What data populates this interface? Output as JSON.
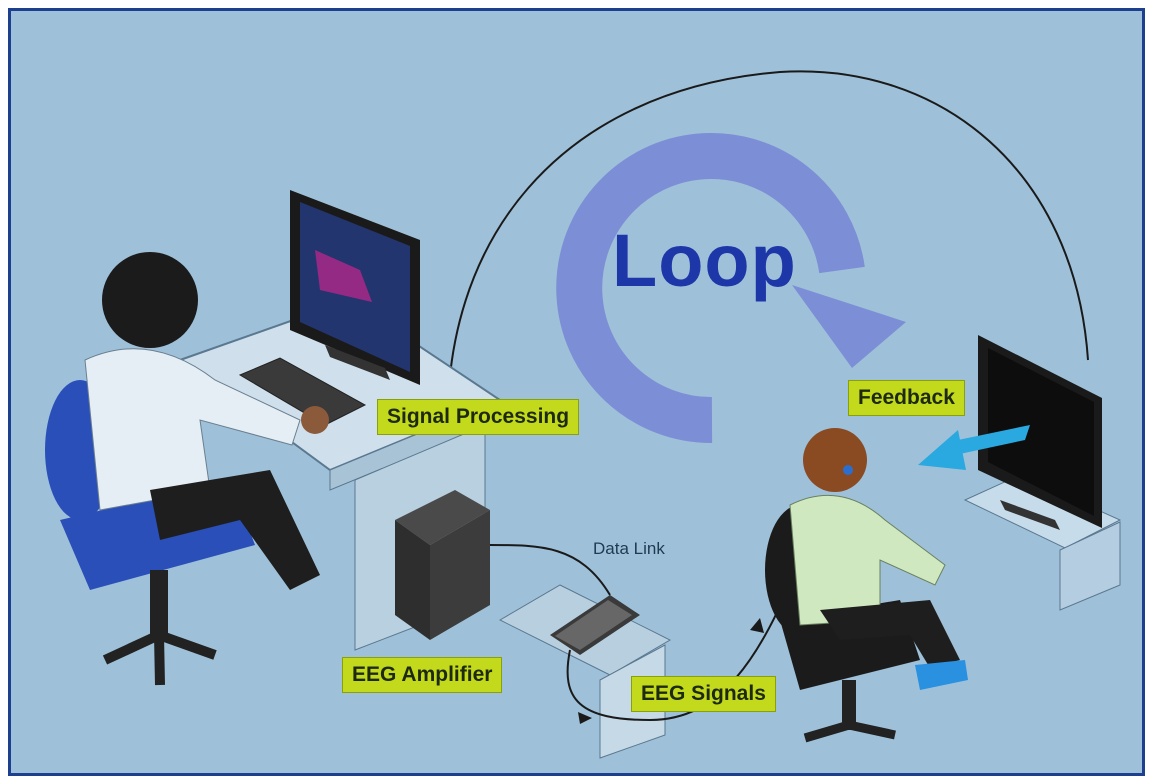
{
  "diagram": {
    "loop_label": "Loop",
    "labels": {
      "signal_processing": "Signal Processing",
      "feedback": "Feedback",
      "data_link": "Data Link",
      "eeg_amplifier": "EEG Amplifier",
      "eeg_signals": "EEG Signals"
    },
    "colors": {
      "background": "#9ec1d9",
      "border": "#1d3f8f",
      "label_fill": "#c2d91c",
      "loop_arrow": "#7c8fd6",
      "loop_text": "#1d36a8",
      "feedback_arrow": "#2aa8e0"
    }
  }
}
